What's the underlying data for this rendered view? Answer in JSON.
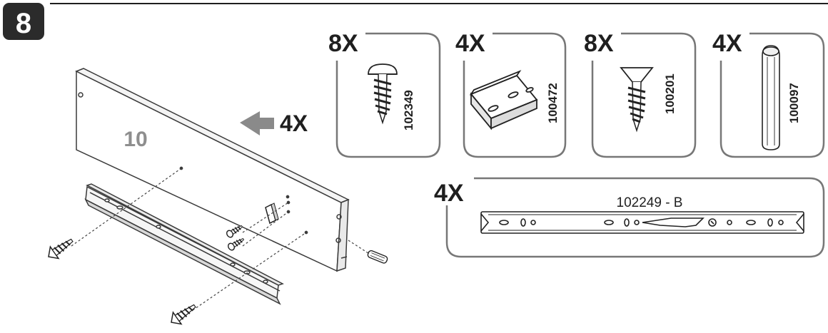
{
  "step": {
    "number": "8"
  },
  "panel": {
    "number": "10",
    "arrow_qty": "4X"
  },
  "parts": [
    {
      "qty": "8X",
      "code": "102349",
      "icon": "pan-head-screw-icon"
    },
    {
      "qty": "4X",
      "code": "100472",
      "icon": "angle-bracket-icon"
    },
    {
      "qty": "8X",
      "code": "100201",
      "icon": "countersunk-screw-icon"
    },
    {
      "qty": "4X",
      "code": "100097",
      "icon": "wooden-dowel-icon"
    }
  ],
  "slide_part": {
    "qty": "4X",
    "code": "102249 - B",
    "icon": "drawer-slide-rail-icon"
  }
}
